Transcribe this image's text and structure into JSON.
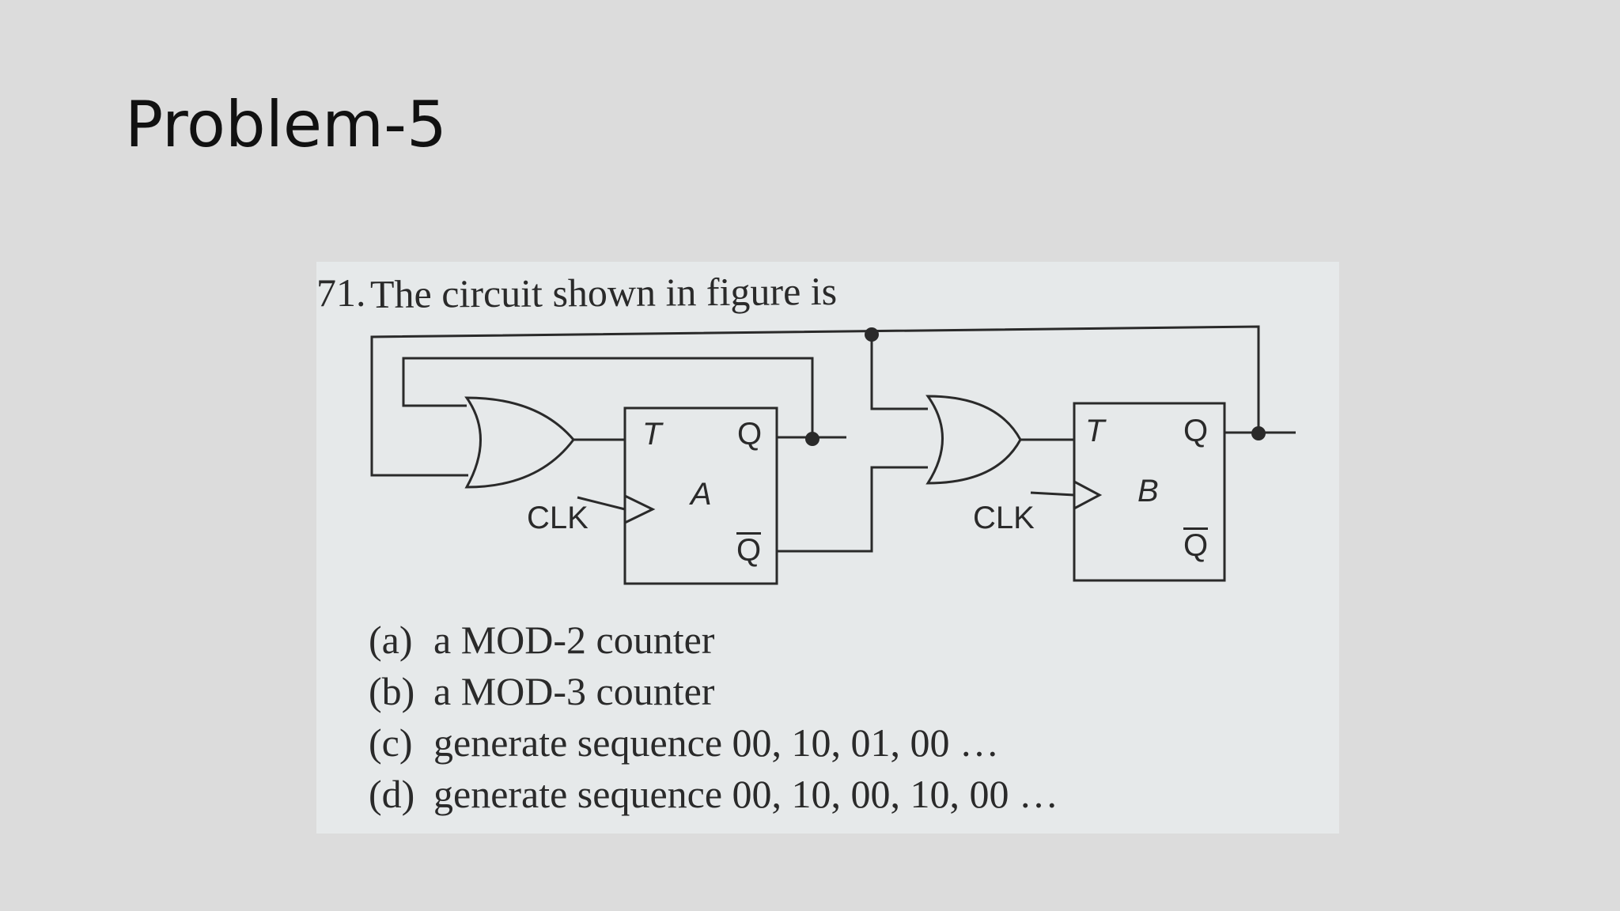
{
  "slide": {
    "title": "Problem-5"
  },
  "question": {
    "number": "71.",
    "stem": "The circuit shown in figure is",
    "options": [
      {
        "label": "(a)",
        "text": "a MOD-2 counter"
      },
      {
        "label": "(b)",
        "text": "a MOD-3 counter"
      },
      {
        "label": "(c)",
        "text": "generate sequence 00, 10, 01, 00 …"
      },
      {
        "label": "(d)",
        "text": "generate sequence 00, 10, 00, 10, 00 …"
      }
    ]
  },
  "circuit": {
    "clk_label": "CLK",
    "flipflop_a": {
      "name": "A",
      "input": "T",
      "output": "Q",
      "output_bar": "Q"
    },
    "flipflop_b": {
      "name": "B",
      "input": "T",
      "output": "Q",
      "output_bar": "Q"
    }
  }
}
